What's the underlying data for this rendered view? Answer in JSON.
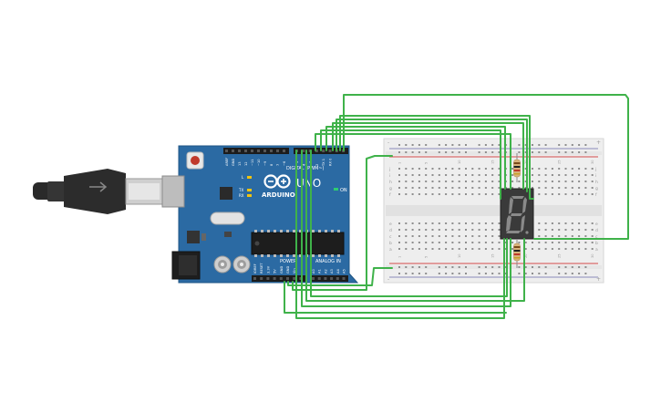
{
  "board": {
    "brand_text": "ARDUINO",
    "model_text": "UNO",
    "digital_header_label": "DIGITAL (PWM~)",
    "analog_header_label": "ANALOG IN",
    "power_header_label": "POWER",
    "on_led_label": "ON",
    "tx_label": "TX",
    "rx_label": "RX",
    "l_label": "L",
    "top_pin_labels": [
      "AREF",
      "GND",
      "13",
      "12",
      "~11",
      "~10",
      "~9",
      "8",
      "7",
      "~6",
      "~5",
      "4",
      "~3",
      "2",
      "TX 1",
      "RX 0"
    ],
    "power_pin_labels": [
      "IOREF",
      "RESET",
      "3.3V",
      "5V",
      "GND",
      "GND",
      "Vin"
    ],
    "analog_pin_labels": [
      "A0",
      "A1",
      "A2",
      "A3",
      "A4",
      "A5"
    ],
    "board_color": "#2b6aa3"
  },
  "breadboard": {
    "row_letters_top": [
      "j",
      "i",
      "h",
      "g",
      "f"
    ],
    "row_letters_bottom": [
      "e",
      "d",
      "c",
      "b",
      "a"
    ],
    "rail_plus": "+",
    "rail_minus": "-",
    "column_numbers": [
      "1",
      "",
      "",
      "",
      "5",
      "",
      "",
      "",
      "",
      "10",
      "",
      "",
      "",
      "",
      "15",
      "",
      "",
      "",
      "",
      "20",
      "",
      "",
      "",
      "",
      "25",
      "",
      "",
      "",
      "",
      "30"
    ]
  },
  "display": {
    "digit_text": "8"
  },
  "colors": {
    "wire": "#3fb24a",
    "rail_red": "#d44a4a",
    "rail_blue": "#6a6aa8"
  }
}
